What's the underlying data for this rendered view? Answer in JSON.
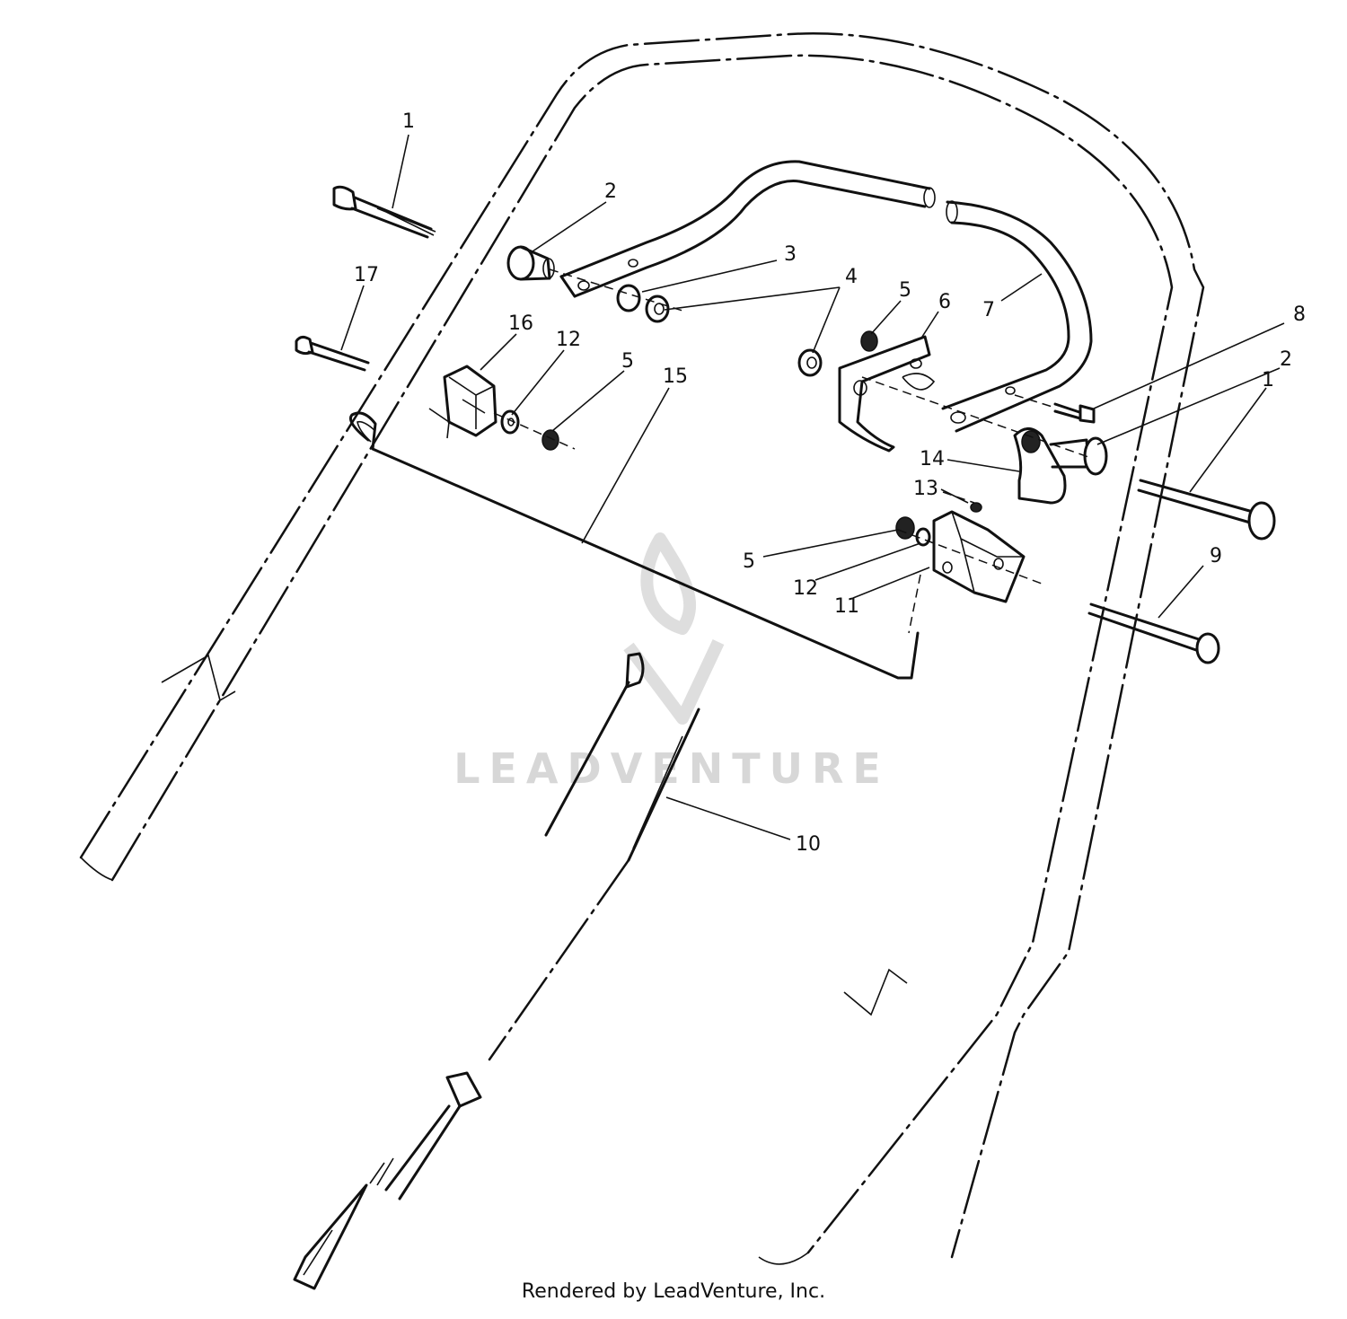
{
  "watermark": {
    "text": "LEADVENTURE"
  },
  "footer": {
    "credit": "Rendered by LeadVenture, Inc."
  },
  "callouts": [
    {
      "id": "1",
      "label": "1"
    },
    {
      "id": "2",
      "label": "2"
    },
    {
      "id": "3",
      "label": "3"
    },
    {
      "id": "4",
      "label": "4"
    },
    {
      "id": "5",
      "label": "5"
    },
    {
      "id": "6",
      "label": "6"
    },
    {
      "id": "7",
      "label": "7"
    },
    {
      "id": "8",
      "label": "8"
    },
    {
      "id": "2b",
      "label": "2"
    },
    {
      "id": "1b",
      "label": "1"
    },
    {
      "id": "17",
      "label": "17"
    },
    {
      "id": "16",
      "label": "16"
    },
    {
      "id": "12",
      "label": "12"
    },
    {
      "id": "5b",
      "label": "5"
    },
    {
      "id": "15",
      "label": "15"
    },
    {
      "id": "14",
      "label": "14"
    },
    {
      "id": "13",
      "label": "13"
    },
    {
      "id": "5c",
      "label": "5"
    },
    {
      "id": "12b",
      "label": "12"
    },
    {
      "id": "11",
      "label": "11"
    },
    {
      "id": "9",
      "label": "9"
    },
    {
      "id": "10",
      "label": "10"
    }
  ]
}
